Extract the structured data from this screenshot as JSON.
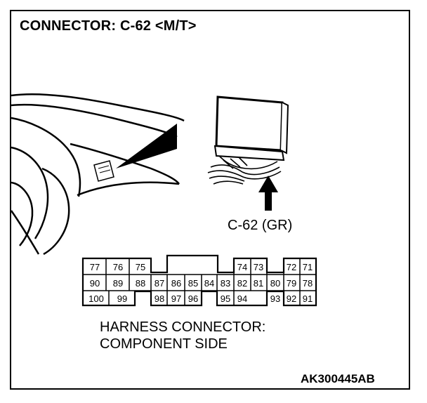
{
  "title": "CONNECTOR: C-62 <M/T>",
  "connector_label": "C-62 (GR)",
  "harness_line1": "HARNESS CONNECTOR:",
  "harness_line2": "COMPONENT SIDE",
  "figure_code": "AK300445AB",
  "pins": {
    "row1": [
      "77",
      "76",
      "75",
      "74",
      "73",
      "72",
      "71"
    ],
    "row2": [
      "90",
      "89",
      "88",
      "87",
      "86",
      "85",
      "84",
      "83",
      "82",
      "81",
      "80",
      "79",
      "78"
    ],
    "row3": [
      "100",
      "99",
      "98",
      "97",
      "96",
      "95",
      "94",
      "93",
      "92",
      "91"
    ]
  }
}
